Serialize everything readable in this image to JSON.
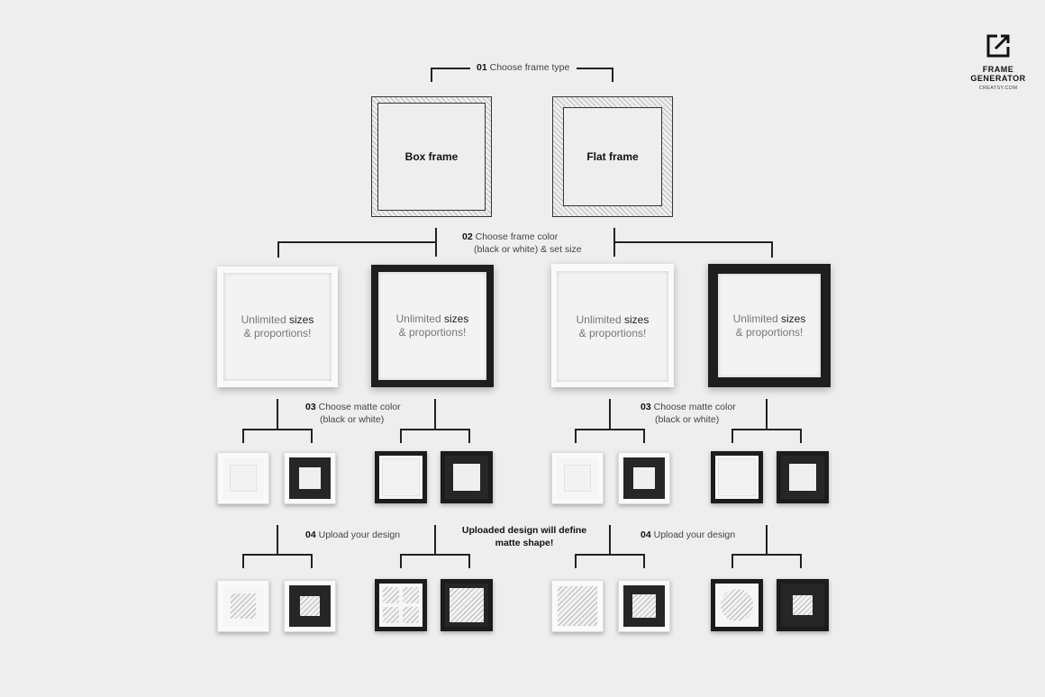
{
  "logo": {
    "title_line1": "FRAME",
    "title_line2": "GENERATOR",
    "subtitle": "CREATSY.COM",
    "icon": "edit-square-icon"
  },
  "step1": {
    "num": "01",
    "text": "Choose frame type"
  },
  "frame_types": {
    "box": "Box frame",
    "flat": "Flat frame"
  },
  "step2": {
    "num": "02",
    "text_line1": "Choose frame color",
    "text_line2": "(black or white) & set size"
  },
  "big_frames": {
    "line1_prefix": "Unlimited ",
    "line1_strong": "sizes",
    "line2": "& proportions!"
  },
  "step3": {
    "num": "03",
    "text_line1": "Choose matte color",
    "text_line2": "(black or white)"
  },
  "step4": {
    "num": "04",
    "text": "Upload your design"
  },
  "note": {
    "line1": "Uploaded design will define",
    "line2": "matte shape!"
  },
  "colors": {
    "background": "#eeeeee",
    "white_frame": "#fafafa",
    "black_frame": "#1e1e1e",
    "line": "#222222"
  }
}
